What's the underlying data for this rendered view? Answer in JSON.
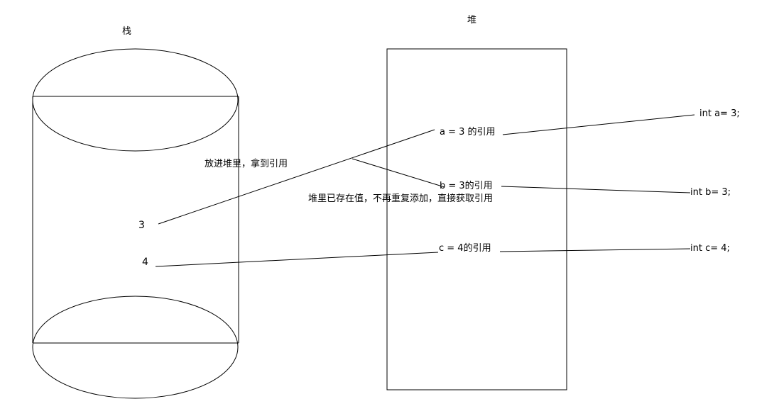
{
  "stack": {
    "title": "栈",
    "values": [
      "3",
      "4"
    ]
  },
  "heap": {
    "title": "堆",
    "refs": [
      "a = 3 的引用",
      "b = 3的引用",
      "c = 4的引用"
    ]
  },
  "declarations": [
    "int a= 3;",
    "int b= 3;",
    "int c= 4;"
  ],
  "annotations": {
    "put_in_heap": "放进堆里，拿到引用",
    "already_exists": "堆里已存在值，不再重复添加，直接获取引用"
  }
}
